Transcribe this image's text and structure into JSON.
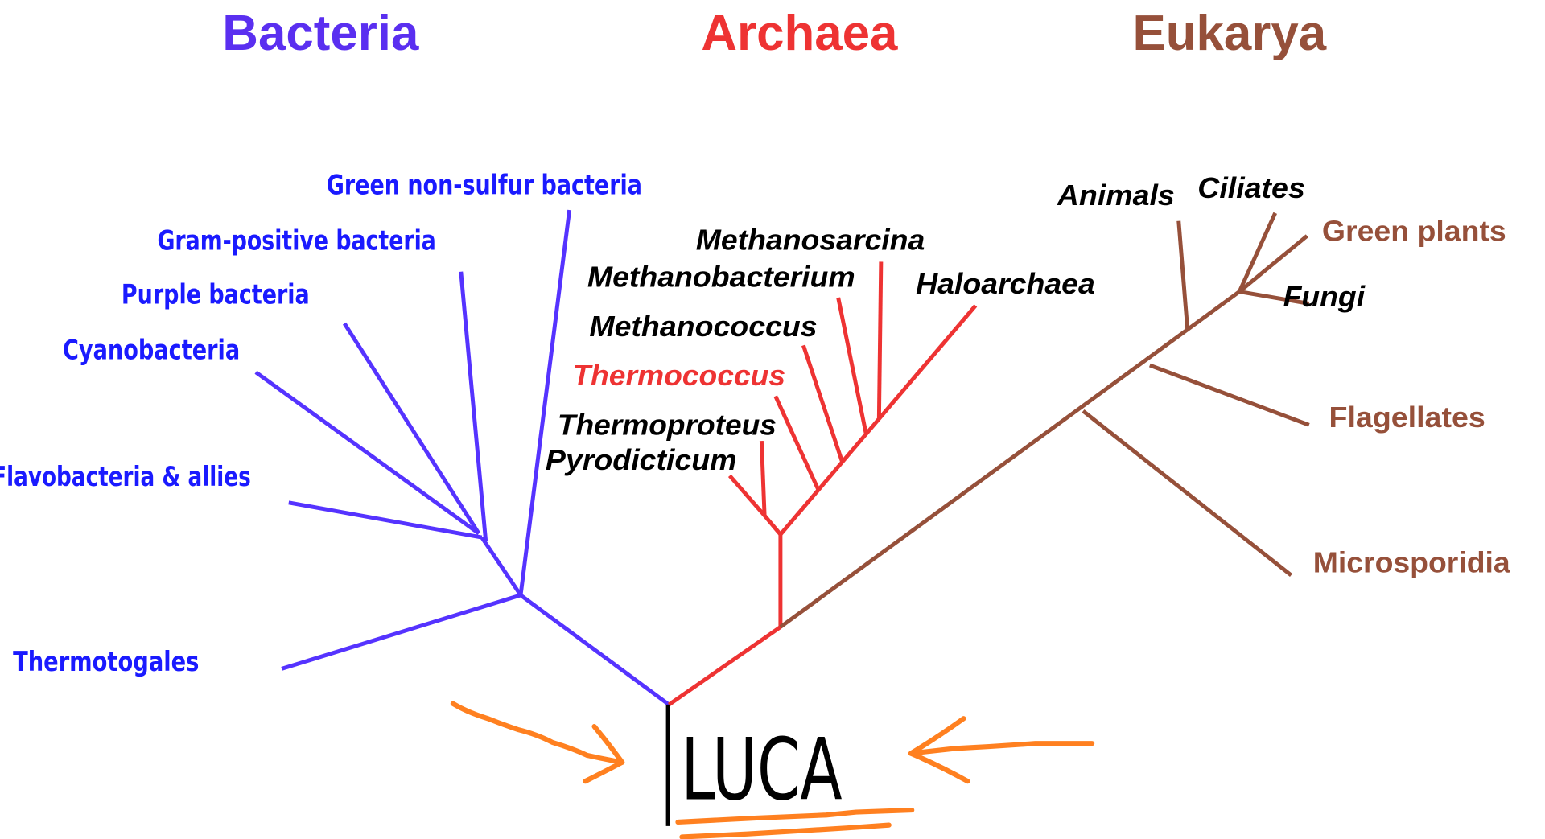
{
  "domains": {
    "bacteria": "Bacteria",
    "archaea": "Archaea",
    "eukarya": "Eukarya"
  },
  "bacteria_labels": {
    "green_non_sulfur": "Green non-sulfur bacteria",
    "gram_positive": "Gram-positive bacteria",
    "purple": "Purple bacteria",
    "cyanobacteria": "Cyanobacteria",
    "flavobacteria": "Flavobacteria & allies",
    "thermotogales": "Thermotogales"
  },
  "archaea_labels": {
    "methanosarcina": "Methanosarcina",
    "methanobacterium": "Methanobacterium",
    "methanococcus": "Methanococcus",
    "thermococcus": "Thermococcus",
    "thermoproteus": "Thermoproteus",
    "pyrodicticum": "Pyrodicticum",
    "haloarchaea": "Haloarchaea"
  },
  "eukarya_labels": {
    "animals": "Animals",
    "ciliates": "Ciliates",
    "green_plants": "Green plants",
    "fungi": "Fungi",
    "flagellates": "Flagellates",
    "microsporidia": "Microsporidia"
  },
  "root_label": "LUCA",
  "colors": {
    "bacteria": "#5533ff",
    "bacteria_text": "#1a1aff",
    "archaea": "#ee3333",
    "eukarya": "#96503a",
    "annotation": "#ff8020"
  }
}
